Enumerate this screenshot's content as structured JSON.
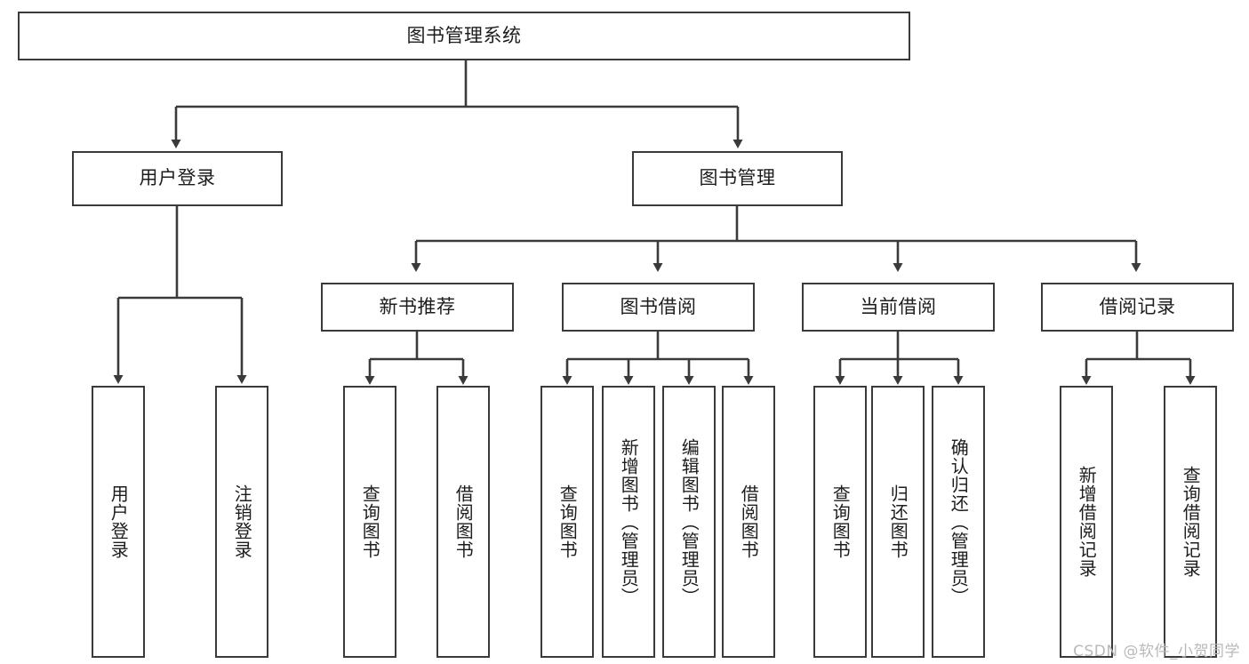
{
  "diagram": {
    "title": "图书管理系统",
    "type": "tree",
    "watermark": "CSDN @软件_小贺同学",
    "colors": {
      "box_border": "#3a3a3a",
      "box_fill": "#ffffff",
      "edge": "#3a3a3a",
      "text": "#1d1d1d",
      "watermark": "#b9b9b9"
    },
    "root": {
      "label": "图书管理系统",
      "orientation": "horizontal"
    },
    "level1": [
      {
        "label": "用户登录",
        "orientation": "horizontal"
      },
      {
        "label": "图书管理",
        "orientation": "horizontal"
      }
    ],
    "level2": [
      {
        "label": "新书推荐",
        "orientation": "horizontal"
      },
      {
        "label": "图书借阅",
        "orientation": "horizontal"
      },
      {
        "label": "当前借阅",
        "orientation": "horizontal"
      },
      {
        "label": "借阅记录",
        "orientation": "horizontal"
      }
    ],
    "leaves": {
      "user_login": [
        {
          "label": "用户登录",
          "orientation": "vertical"
        },
        {
          "label": "注销登录",
          "orientation": "vertical"
        }
      ],
      "new_book_recommend": [
        {
          "label": "查询图书",
          "orientation": "vertical"
        },
        {
          "label": "借阅图书",
          "orientation": "vertical"
        }
      ],
      "book_borrow": [
        {
          "label": "查询图书",
          "orientation": "vertical"
        },
        {
          "label": "新增图书（管理员）",
          "orientation": "vertical"
        },
        {
          "label": "编辑图书（管理员）",
          "orientation": "vertical"
        },
        {
          "label": "借阅图书",
          "orientation": "vertical"
        }
      ],
      "current_borrow": [
        {
          "label": "查询图书",
          "orientation": "vertical"
        },
        {
          "label": "归还图书",
          "orientation": "vertical"
        },
        {
          "label": "确认归还（管理员）",
          "orientation": "vertical"
        }
      ],
      "borrow_record": [
        {
          "label": "新增借阅记录",
          "orientation": "vertical"
        },
        {
          "label": "查询借阅记录",
          "orientation": "vertical"
        }
      ]
    }
  }
}
